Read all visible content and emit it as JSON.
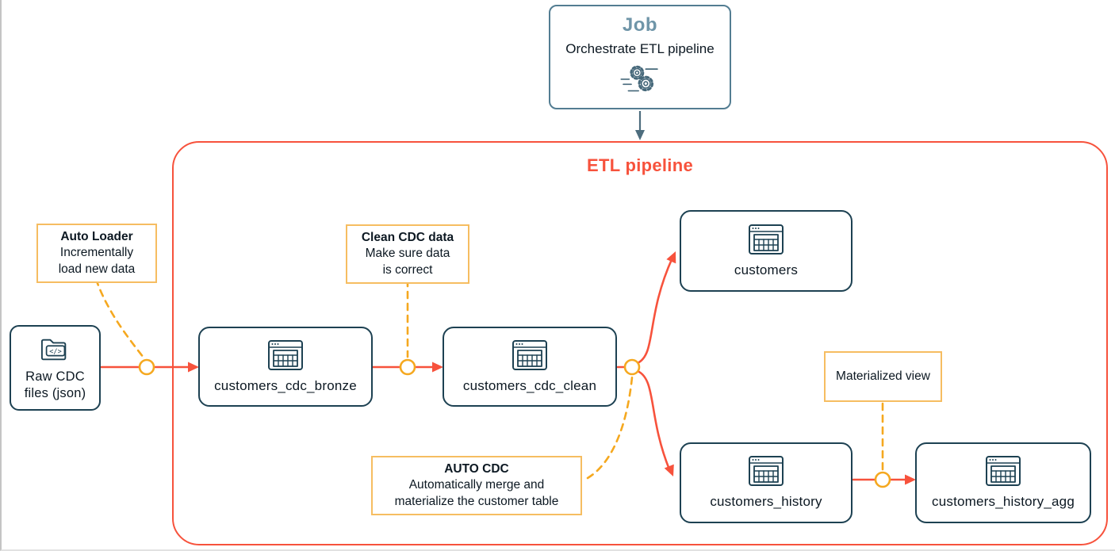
{
  "colors": {
    "red": "#f7523c",
    "slate": "#1d4152",
    "steel": "#537d92",
    "steeltext": "#6f95a8",
    "arrow": "#4d6d7e",
    "amber": "#f5a81f",
    "amberborder": "#f6bd61",
    "ink": "#0c1822",
    "frame": "#c4c4c4"
  },
  "job": {
    "title": "Job",
    "subtitle": "Orchestrate ETL pipeline",
    "icon": "gears-icon"
  },
  "pipeline": {
    "title": "ETL pipeline"
  },
  "icons": {
    "code_glyph": "</>"
  },
  "nodes": {
    "raw": {
      "label": "Raw CDC\nfiles (json)",
      "icon": "code-folder-icon"
    },
    "bronze": {
      "label": "customers_cdc_bronze",
      "icon": "table-icon"
    },
    "clean": {
      "label": "customers_cdc_clean",
      "icon": "table-icon"
    },
    "customers": {
      "label": "customers",
      "icon": "table-icon"
    },
    "history": {
      "label": "customers_history",
      "icon": "table-icon"
    },
    "history_agg": {
      "label": "customers_history_agg",
      "icon": "table-icon"
    }
  },
  "annotations": {
    "auto_loader": {
      "title": "Auto Loader",
      "body": "Incrementally\nload new data"
    },
    "clean_cdc": {
      "title": "Clean CDC data",
      "body": "Make sure data\nis correct"
    },
    "auto_cdc": {
      "title": "AUTO CDC",
      "body": "Automatically merge and\nmaterialize the customer table"
    },
    "materialized_view": {
      "title": "",
      "body": "Materialized view"
    }
  }
}
